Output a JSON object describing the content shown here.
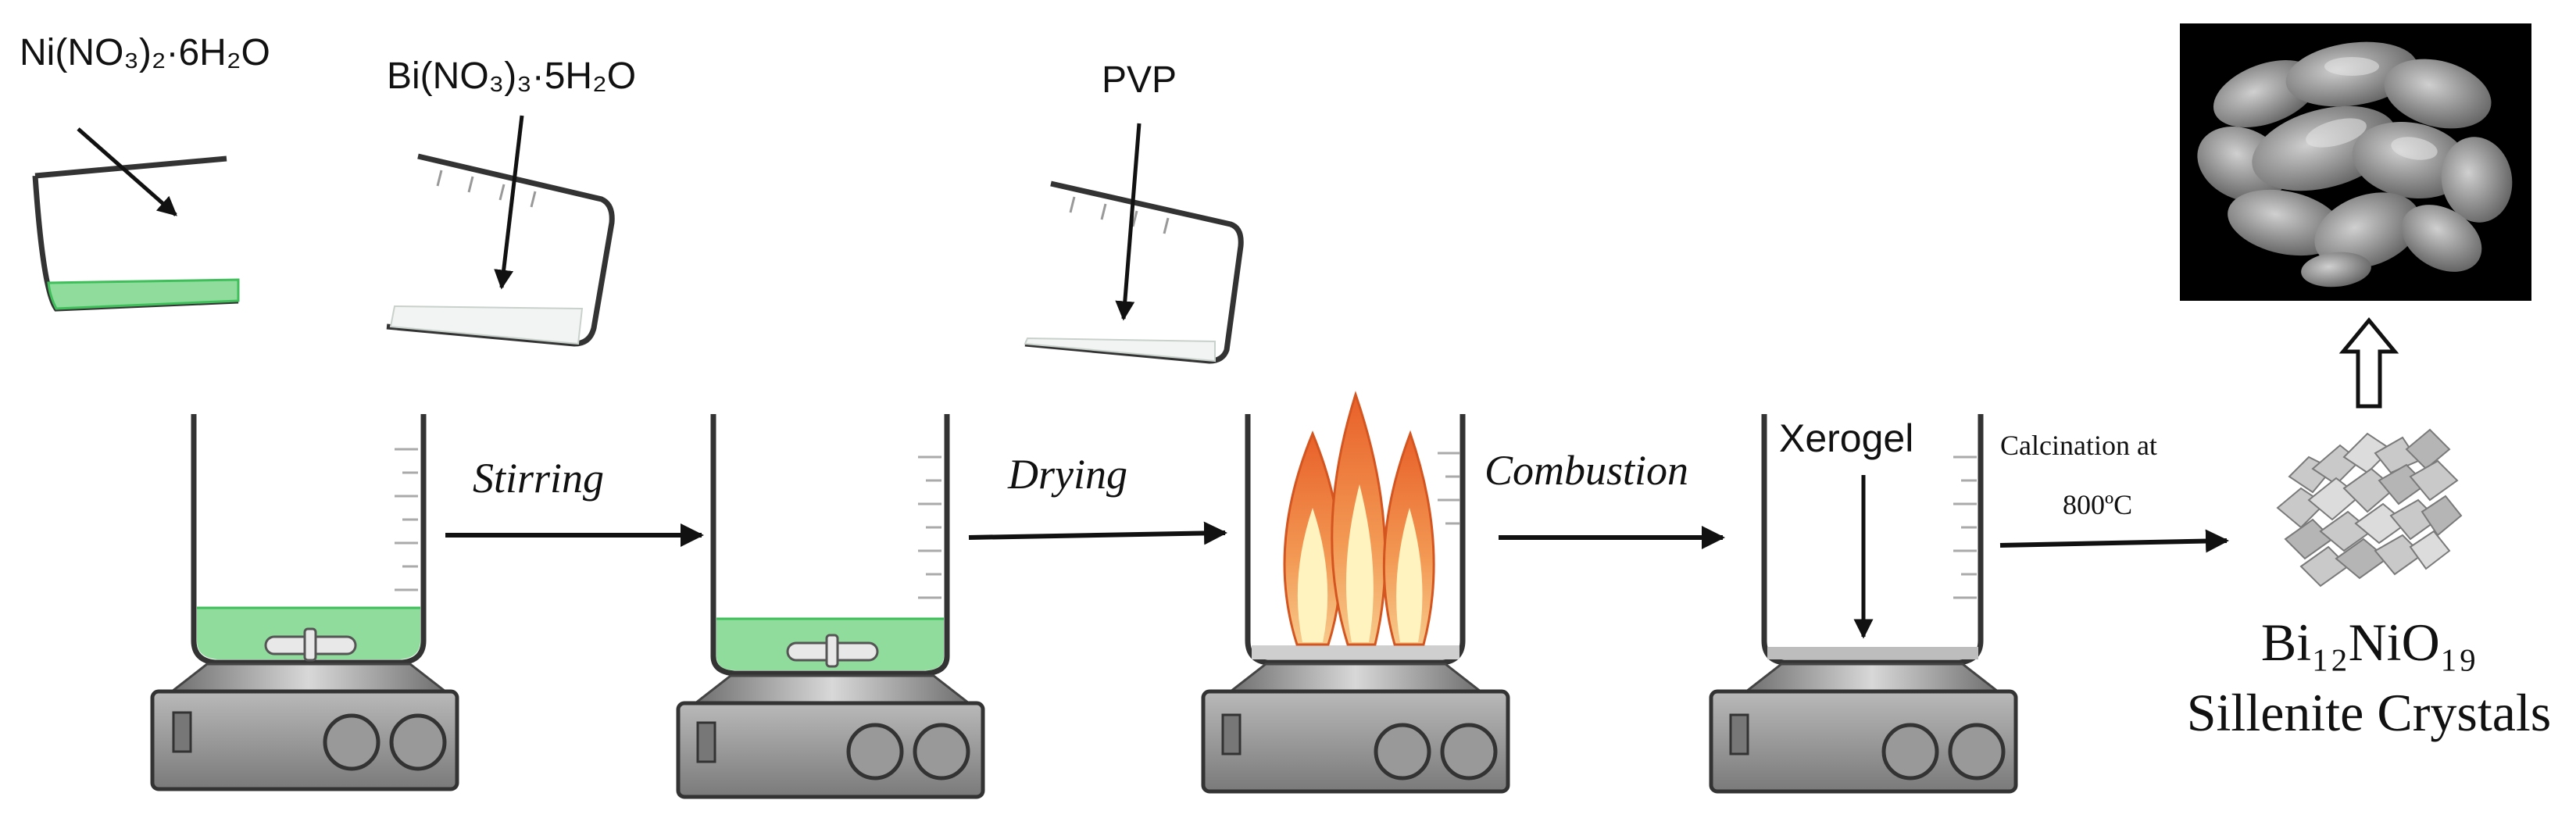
{
  "reagents": {
    "nickel_salt": "Ni(NO₃)₂·6H₂O",
    "bismuth_salt": "Bi(NO₃)₃·5H₂O",
    "pvp": "PVP"
  },
  "steps": {
    "stirring": "Stirring",
    "drying": "Drying",
    "combustion": "Combustion",
    "xerogel": "Xerogel",
    "calcination_line1": "Calcination at",
    "calcination_line2": "800ºC"
  },
  "product": {
    "formula": "Bi₁₂NiO₁₉",
    "name": "Sillenite Crystals"
  },
  "colors": {
    "solution": "#8fdc9c",
    "solution_edge": "#3fbf5a",
    "flame_outer": "#e8602a",
    "flame_inner": "#fff4c0",
    "stirrer_body": "#8a8a8a",
    "micrograph_bg": "#000000"
  }
}
